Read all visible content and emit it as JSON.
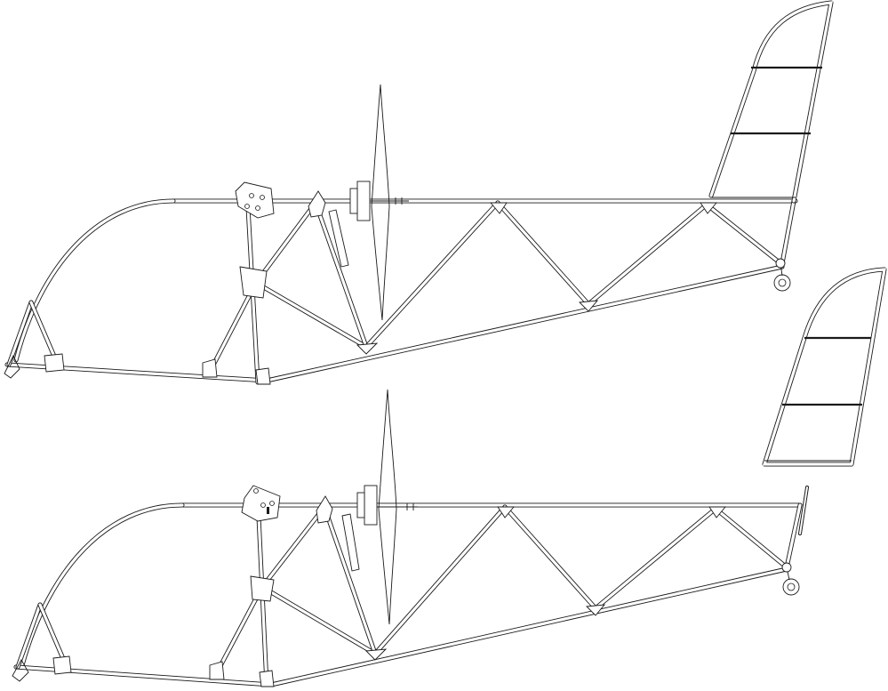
{
  "colors": {
    "background": "#ffffff",
    "line": "#1a1a1a"
  },
  "views": [
    {
      "name": "fuselage-with-rudder"
    },
    {
      "name": "fuselage-without-rudder"
    }
  ],
  "separate_parts": [
    {
      "name": "rudder"
    }
  ]
}
